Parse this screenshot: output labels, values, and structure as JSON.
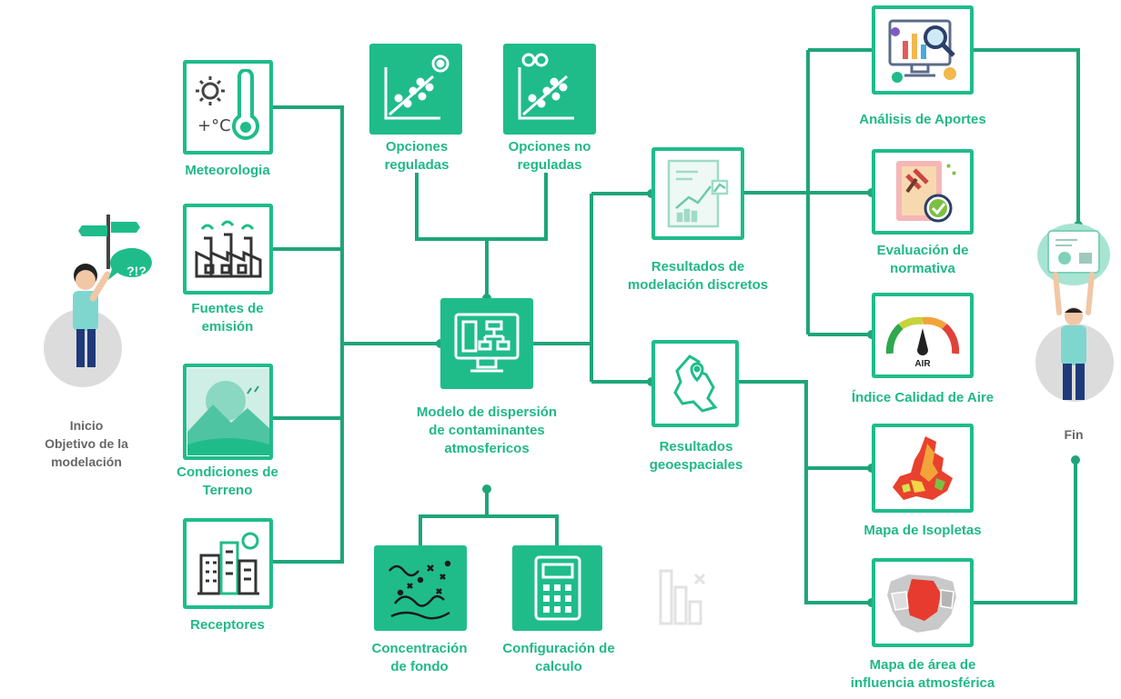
{
  "colors": {
    "accent": "#1fbc8a",
    "accent_dark": "#139a6e",
    "line": "#1fa57a",
    "muted": "#666666"
  },
  "start": {
    "label": "Inicio\nObjetivo de la\nmodelación",
    "bubble": "?!?"
  },
  "end": {
    "label": "Fin"
  },
  "inputs": [
    {
      "id": "meteorologia",
      "label": "Meteorologia",
      "icon": "thermometer-sun-icon"
    },
    {
      "id": "fuentes",
      "label": "Fuentes de\nemisión",
      "icon": "factory-icon"
    },
    {
      "id": "terreno",
      "label": "Condiciones de\nTerreno",
      "icon": "landscape-icon"
    },
    {
      "id": "receptores",
      "label": "Receptores",
      "icon": "buildings-icon"
    }
  ],
  "options": [
    {
      "id": "reguladas",
      "label": "Opciones\nreguladas",
      "icon": "scatter-gear-icon"
    },
    {
      "id": "no-reguladas",
      "label": "Opciones no\nreguladas",
      "icon": "scatter-gears-icon"
    }
  ],
  "model": {
    "label": "Modelo de dispersión\nde contaminantes\natmosfericos",
    "icon": "monitor-flowchart-icon"
  },
  "bottom_inputs": [
    {
      "id": "fondo",
      "label": "Concentración\nde fondo",
      "icon": "particles-icon"
    },
    {
      "id": "calculo",
      "label": "Configuración de\ncalculo",
      "icon": "calculator-icon"
    }
  ],
  "results": [
    {
      "id": "discretos",
      "label": "Resultados de\nmodelación discretos",
      "icon": "report-chart-icon"
    },
    {
      "id": "geoespaciales",
      "label": "Resultados\ngeoespaciales",
      "icon": "map-pin-icon"
    }
  ],
  "outputs": [
    {
      "id": "aportes",
      "label": "Análisis de Aportes",
      "icon": "analytics-magnifier-icon"
    },
    {
      "id": "normativa",
      "label": "Evaluación de\nnormativa",
      "icon": "gavel-check-icon"
    },
    {
      "id": "calidad",
      "label": "Índice Calidad de Aire",
      "icon": "air-gauge-icon",
      "gauge_text": "AIR"
    },
    {
      "id": "isopletas",
      "label": "Mapa de Isopletas",
      "icon": "isopleth-map-icon"
    },
    {
      "id": "influencia",
      "label": "Mapa de área de\ninfluencia atmosférica",
      "icon": "region-map-icon"
    }
  ]
}
